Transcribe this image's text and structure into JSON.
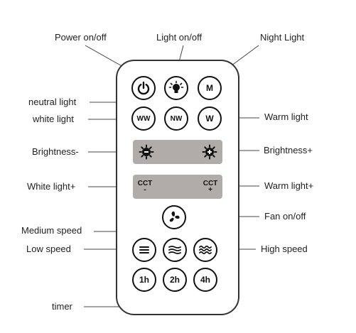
{
  "labels": {
    "power": "Power on/off",
    "light": "Light on/off",
    "night": "Night Light",
    "neutral": "neutral light",
    "white": "white light",
    "warm": "Warm light",
    "brightness_minus": "Brightness-",
    "brightness_plus": "Brightness+",
    "white_plus": "White light+",
    "warm_plus": "Warm light+",
    "fan": "Fan on/off",
    "medium": "Medium speed",
    "low": "Low speed",
    "high": "High speed",
    "timer": "timer"
  },
  "buttons": {
    "night": "M",
    "ww": "WW",
    "nw": "NW",
    "w": "W",
    "cct": "CCT",
    "cct_minus": "-",
    "cct_plus": "+",
    "t1": "1h",
    "t2": "2h",
    "t4": "4h"
  },
  "icons": [
    "power-icon",
    "bulb-icon",
    "brightness-down-icon",
    "brightness-up-icon",
    "fan-icon",
    "low-speed-icon",
    "medium-speed-icon",
    "high-speed-icon"
  ],
  "colors": {
    "rocker": "#b0aca9",
    "outline": "#111111"
  }
}
